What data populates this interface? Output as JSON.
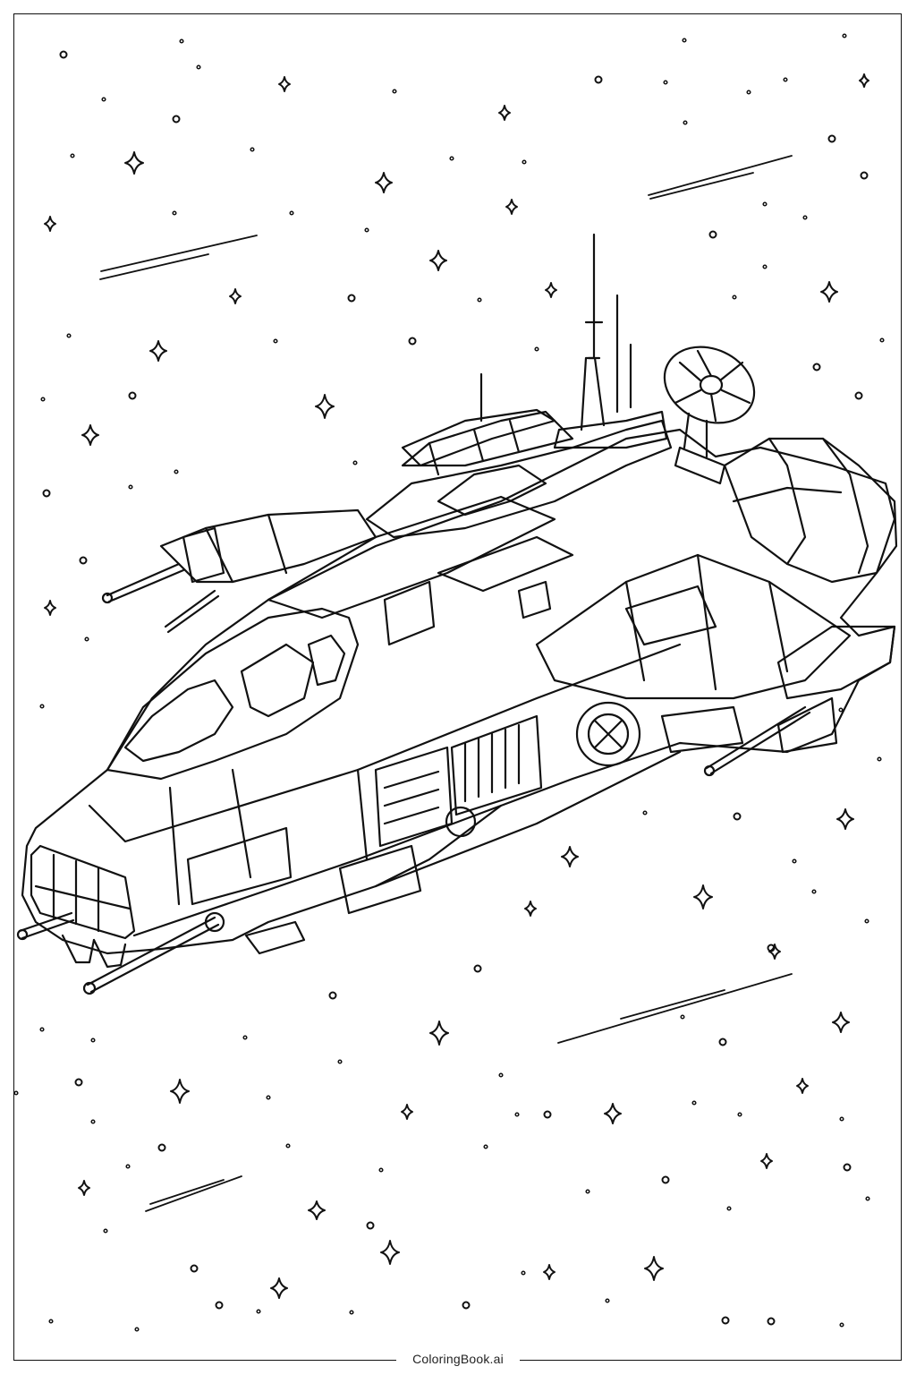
{
  "page": {
    "type": "coloring-page",
    "subject": "spaceship-in-starfield",
    "line_color": "#111111",
    "background_color": "#ffffff"
  },
  "watermark": {
    "text": "ColoringBook.ai"
  },
  "illustration": {
    "main_subject": "armored spaceship with dish antenna, twin engines, wing cannons",
    "decorations": [
      "four-point-stars",
      "small-circle-stars",
      "dot-stars",
      "shooting-star-streaks"
    ]
  }
}
